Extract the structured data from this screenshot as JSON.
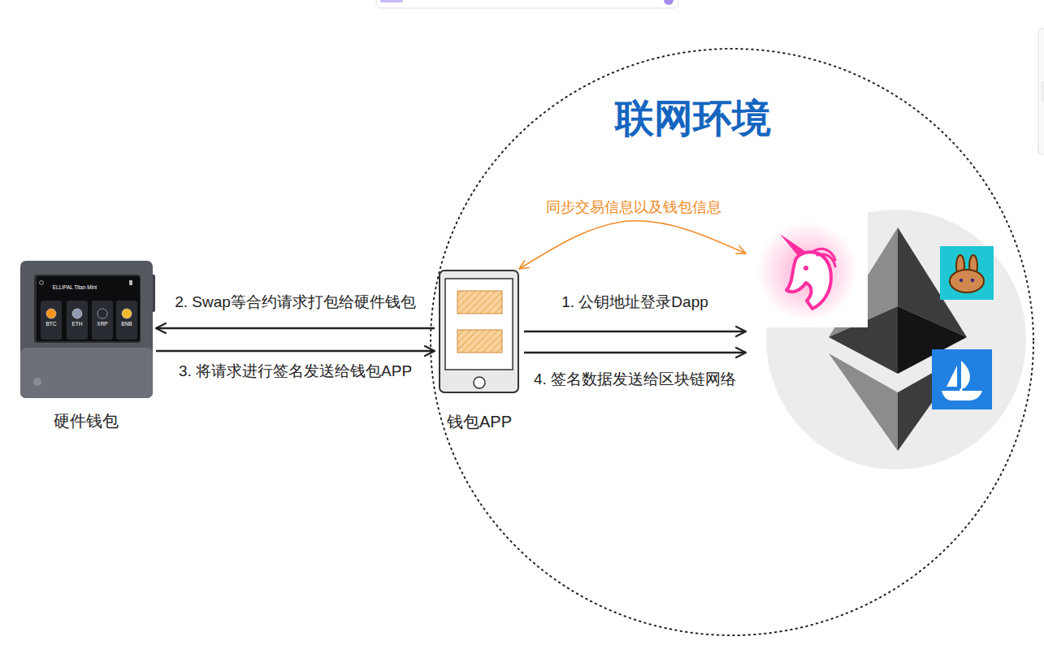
{
  "diagram": {
    "nodes": [
      {
        "text": [
          "硬件钱包"
        ]
      },
      {
        "text": [
          "联网环境"
        ]
      },
      {
        "text": [
          "钱包APP"
        ],
        "in": 1
      },
      {
        "text": [],
        "in": 1
      }
    ],
    "edges": [
      {
        "from": 2,
        "to": 0,
        "arrow": "to",
        "label": "2. Swap等合约请求打包给硬件钱包"
      },
      {
        "from": 0,
        "to": 2,
        "arrow": "to",
        "label": "3. 将请求进行签名发送给钱包APP"
      },
      {
        "from": 2,
        "to": 3,
        "arrow": "to",
        "label": "1. 公钥地址登录Dapp"
      },
      {
        "from": 2,
        "to": 3,
        "arrow": "to",
        "label": "4. 签名数据发送给区块链网络"
      },
      {
        "from": 2,
        "to": 3,
        "arrow": "both",
        "label": "同步交易信息以及钱包信息"
      }
    ],
    "labels": [
      "ELLIPAL Titan Mini",
      "BTC",
      "ETH",
      "XRP",
      "BNB"
    ]
  }
}
